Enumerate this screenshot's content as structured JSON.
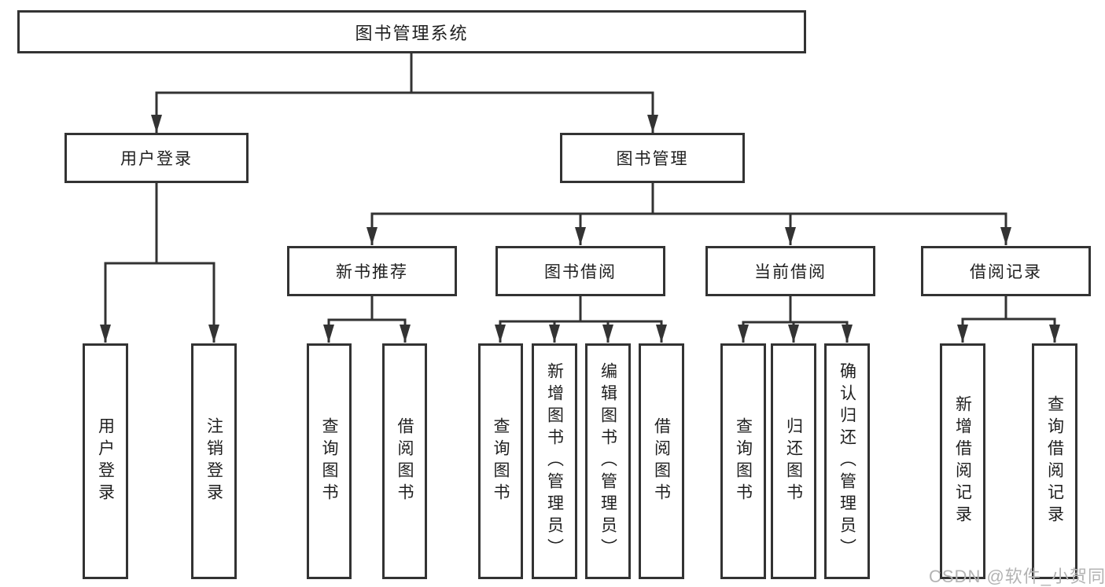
{
  "diagram": {
    "type": "hierarchy-tree",
    "root": {
      "label": "图书管理系统"
    },
    "level1": [
      {
        "label": "用户登录",
        "children": [
          {
            "label": "用户登录"
          },
          {
            "label": "注销登录"
          }
        ]
      },
      {
        "label": "图书管理",
        "children": [
          {
            "label": "新书推荐",
            "children": [
              {
                "label": "查询图书"
              },
              {
                "label": "借阅图书"
              }
            ]
          },
          {
            "label": "图书借阅",
            "children": [
              {
                "label": "查询图书"
              },
              {
                "label": "新增图书（管理员）"
              },
              {
                "label": "编辑图书（管理员）"
              },
              {
                "label": "借阅图书"
              }
            ]
          },
          {
            "label": "当前借阅",
            "children": [
              {
                "label": "查询图书"
              },
              {
                "label": "归还图书"
              },
              {
                "label": "确认归还（管理员）"
              }
            ]
          },
          {
            "label": "借阅记录",
            "children": [
              {
                "label": "新增借阅记录"
              },
              {
                "label": "查询借阅记录"
              }
            ]
          }
        ]
      }
    ],
    "watermark": "CSDN @软件_小贺同学",
    "colors": {
      "line": "#333333",
      "text": "#1f1f1f",
      "background": "#ffffff",
      "watermark": "#b3b3b3"
    }
  }
}
